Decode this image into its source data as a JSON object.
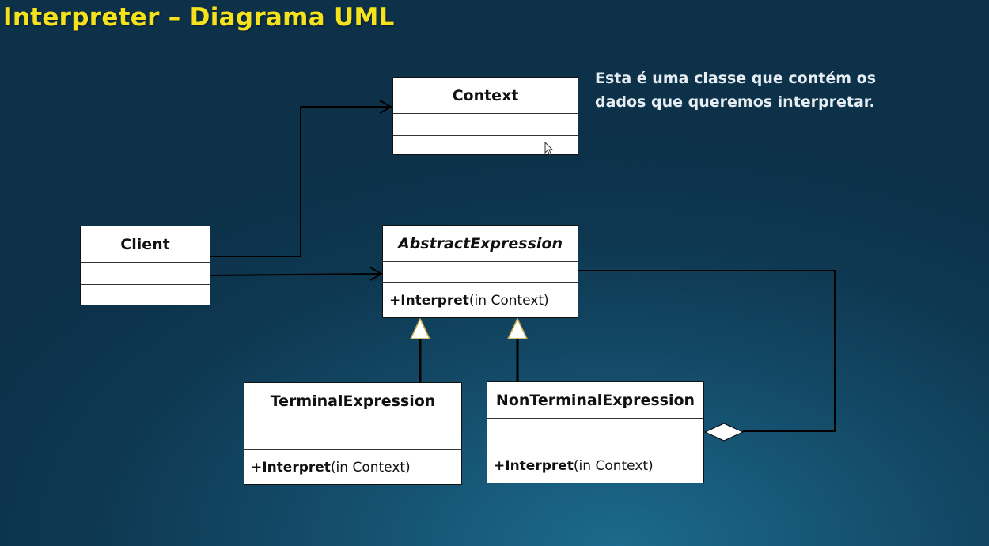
{
  "title": "Interpreter – Diagrama UML",
  "note": "Esta é uma classe que contém os dados que queremos interpretar.",
  "classes": {
    "context": {
      "name": "Context"
    },
    "client": {
      "name": "Client"
    },
    "abstract_expression": {
      "name": "AbstractExpression",
      "op_name": "+Interpret",
      "op_params": "(in Context)"
    },
    "terminal_expression": {
      "name": "TerminalExpression",
      "op_name": "+Interpret",
      "op_params": "(in Context)"
    },
    "nonterminal_expression": {
      "name": "NonTerminalExpression",
      "op_name": "+Interpret",
      "op_params": "(in Context)"
    }
  },
  "colors": {
    "title": "#f5e21c",
    "note": "#e6edf2",
    "line": "#000000",
    "triangle_stroke": "#c8a84a"
  },
  "cursor_icon": "mouse-pointer-icon"
}
